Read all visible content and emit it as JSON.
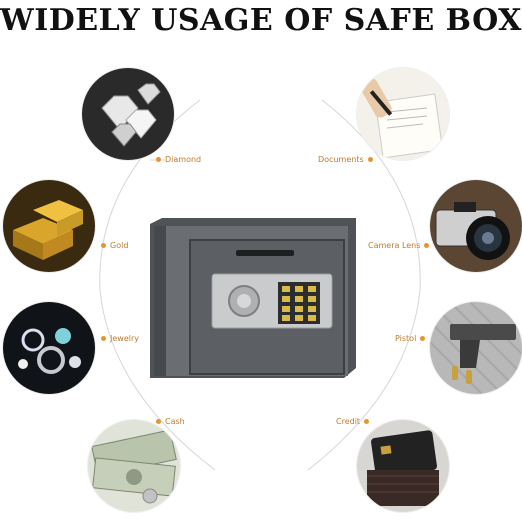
{
  "title": "WIDELY USAGE OF SAFE BOX",
  "left_items": [
    {
      "label": "Diamond",
      "icon": "diamond-icon"
    },
    {
      "label": "Gold",
      "icon": "gold-bar-icon"
    },
    {
      "label": "Jewelry",
      "icon": "jewelry-icon"
    },
    {
      "label": "Cash",
      "icon": "cash-icon"
    }
  ],
  "right_items": [
    {
      "label": "Documents",
      "icon": "document-icon"
    },
    {
      "label": "Camera Lens",
      "icon": "camera-icon"
    },
    {
      "label": "Pistol",
      "icon": "pistol-icon"
    },
    {
      "label": "Credit",
      "icon": "credit-card-icon"
    }
  ],
  "colors": {
    "accent": "#e5962a",
    "label": "#c07a2a",
    "safe_body": "#5f6266",
    "keypad": "#d9b94a"
  }
}
